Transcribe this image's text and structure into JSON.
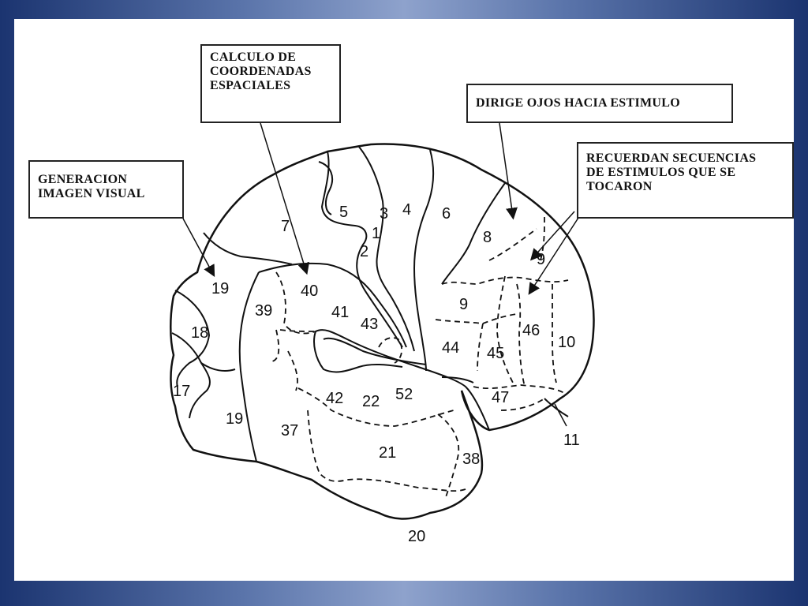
{
  "callouts": {
    "coordenadas": [
      "CALCULO DE",
      "COORDENADAS",
      "ESPACIALES"
    ],
    "ojos": [
      "DIRIGE OJOS HACIA ESTIMULO"
    ],
    "visual": [
      "GENERACION",
      "IMAGEN VISUAL"
    ],
    "secuencias": [
      "RECUERDAN SECUENCIAS",
      "DE ESTIMULOS QUE SE",
      "TOCARON"
    ]
  },
  "areas": {
    "a1": "1",
    "a2": "2",
    "a3": "3",
    "a4": "4",
    "a5": "5",
    "a6": "6",
    "a7": "7",
    "a8": "8",
    "a9_upper": "9",
    "a9_lower": "9",
    "a10": "10",
    "a11": "11",
    "a17": "17",
    "a18": "18",
    "a19_upper": "19",
    "a19_lower": "19",
    "a20": "20",
    "a21": "21",
    "a22": "22",
    "a37": "37",
    "a38": "38",
    "a39": "39",
    "a40": "40",
    "a41": "41",
    "a42": "42",
    "a43": "43",
    "a44": "44",
    "a45": "45",
    "a46": "46",
    "a47": "47",
    "a52": "52"
  },
  "colors": {
    "frame_dark": "#1b3470",
    "frame_light": "#8ea2cc",
    "ink": "#111111"
  }
}
